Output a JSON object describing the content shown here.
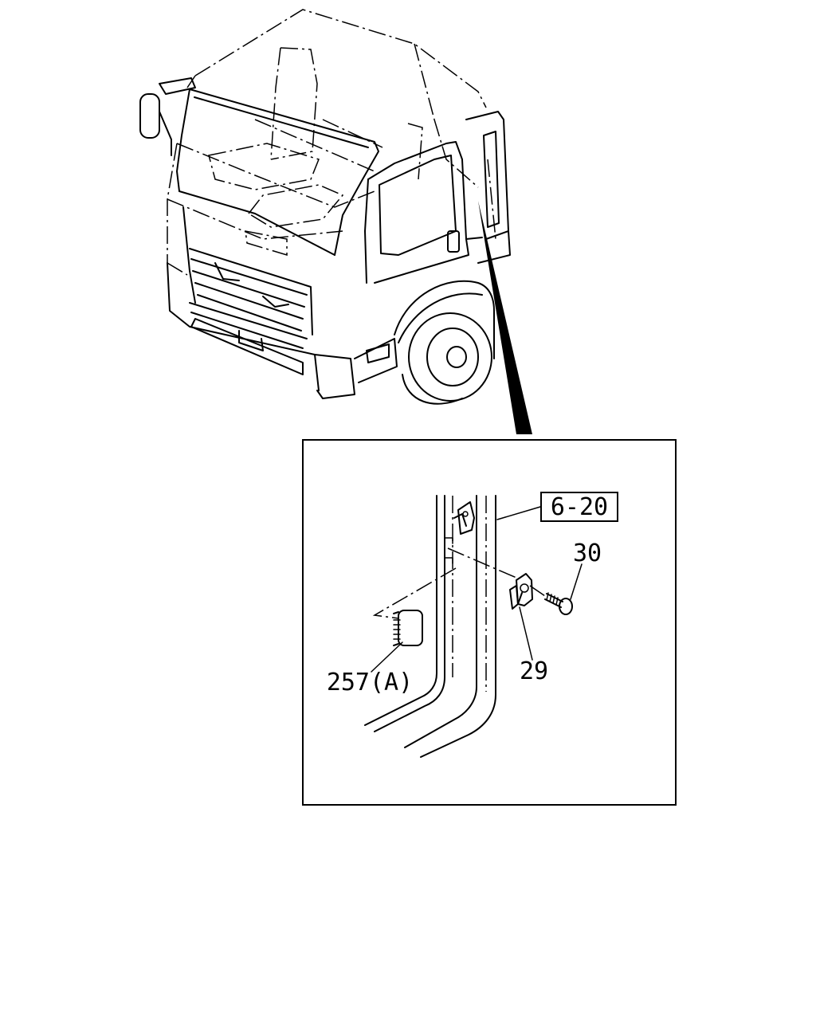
{
  "callouts": {
    "ref_box": "6-20",
    "bolt": "30",
    "striker": "29",
    "cushion": "257(A)"
  }
}
